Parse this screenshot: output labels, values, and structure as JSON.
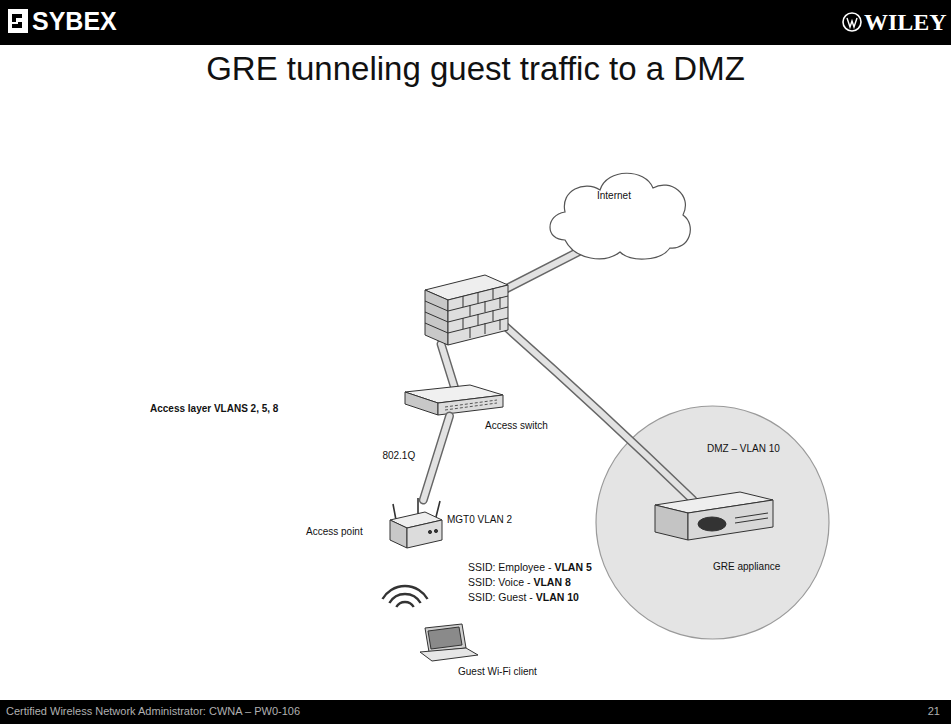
{
  "diagram": {
    "title": "GRE tunneling guest traffic to a DMZ",
    "nodes": [
      {
        "text": [
          "Internet"
        ]
      },
      {
        "text": [
          "Access switch"
        ]
      },
      {
        "text": [
          "Access point"
        ]
      },
      {
        "text": [
          "Guest Wi-Fi client"
        ]
      },
      {
        "text": [
          "DMZ – VLAN 10"
        ]
      },
      {
        "text": [
          "GRE appliance"
        ],
        "in": 4
      }
    ],
    "edges": [
      {
        "from": 2,
        "to": 1,
        "arrow": "none",
        "label": "802.1Q"
      }
    ],
    "labels": [
      "SYBEX",
      "WILEY",
      "Access layer VLANS 2, 5, 8",
      "MGT0 VLAN 2",
      "SSID: Employee -",
      "VLAN 5",
      "SSID: Voice -",
      "VLAN 8",
      "SSID: Guest -",
      "VLAN 10",
      "Certified Wireless Network Administrator: CWNA – PW0-106",
      "21"
    ]
  }
}
